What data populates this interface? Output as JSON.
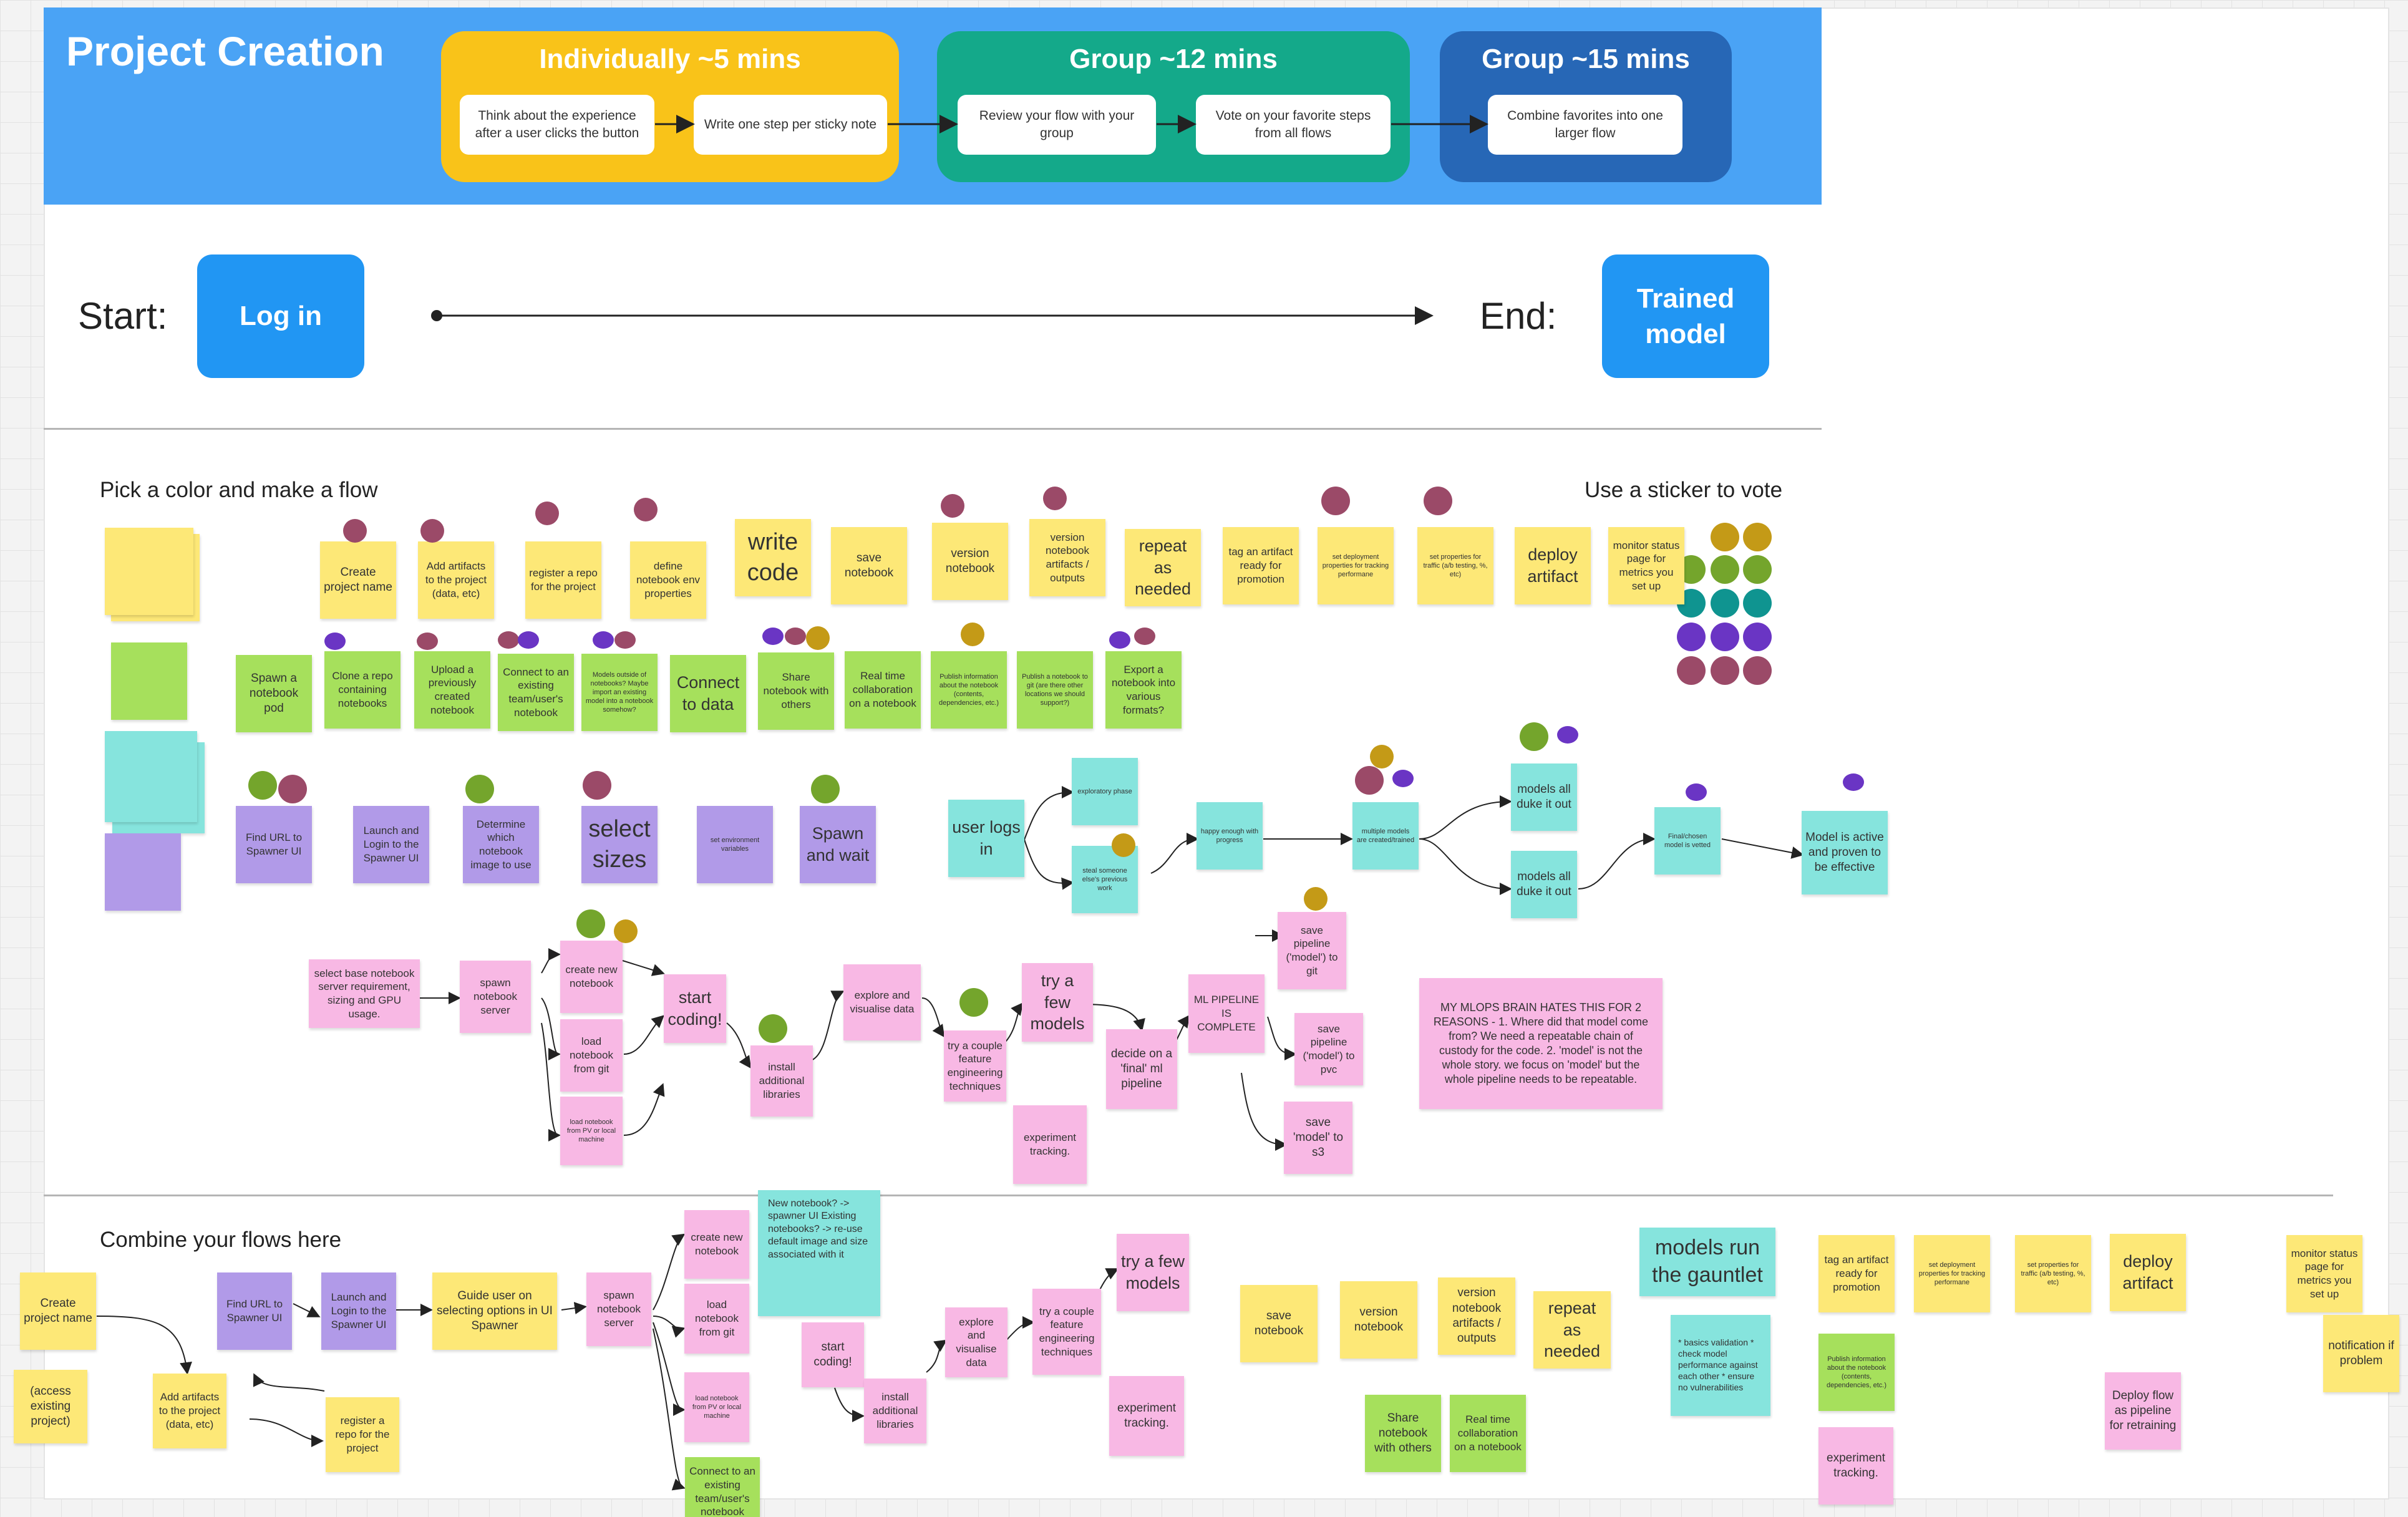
{
  "header": {
    "title": "Project Creation",
    "groups": [
      {
        "title": "Individually ~5 mins",
        "color": "#f9c319",
        "steps": [
          "Think about the experience after a user clicks the button",
          "Write one step per sticky note"
        ]
      },
      {
        "title": "Group ~12 mins",
        "color": "#14a98a",
        "steps": [
          "Review your flow with your group",
          "Vote on your favorite steps from all flows"
        ]
      },
      {
        "title": "Group ~15 mins",
        "color": "#2767b6",
        "steps": [
          "Combine favorites into one larger flow"
        ]
      }
    ]
  },
  "journey": {
    "start_label": "Start:",
    "start_step": "Log in",
    "end_label": "End:",
    "end_step": "Trained model"
  },
  "sections": {
    "pick": "Pick a color and make a flow",
    "vote": "Use a sticker to vote",
    "combine": "Combine your flows here"
  },
  "colors": {
    "yellow": "#fde877",
    "green": "#a6e05c",
    "teal": "#86e4dd",
    "purple": "#b19ae8",
    "pink": "#f8b8e4",
    "dot_maroon": "#9b4a68",
    "dot_purple": "#6a35c4",
    "dot_green": "#74a52c",
    "dot_gold": "#c49a17",
    "dot_teal": "#0f9490",
    "blue": "#2196f3"
  },
  "notes_yellow": [
    "Create project name",
    "Add artifacts to the project (data, etc)",
    "register a repo for the project",
    "define notebook env properties",
    "write code",
    "save notebook",
    "version notebook",
    "version notebook artifacts / outputs",
    "repeat as needed",
    "tag an artifact ready for promotion",
    "set deployment properties for tracking performane",
    "set properties for traffic (a/b testing, %, etc)",
    "deploy artifact",
    "monitor status page for metrics you set up"
  ],
  "notes_green": [
    "Spawn a notebook pod",
    "Clone a repo containing notebooks",
    "Upload a previously created notebook",
    "Connect to an existing team/user's notebook",
    "Models outside of notebooks? Maybe import an existing model into a notebook somehow?",
    "Connect to data",
    "Share notebook with others",
    "Real time collaboration on a notebook",
    "Publish information about the notebook (contents, dependencies, etc.)",
    "Publish a notebook to git (are there other locations we should support?)",
    "Export a notebook into various formats?"
  ],
  "notes_purple": [
    "Find URL to Spawner UI",
    "Launch and Login to the Spawner UI",
    "Determine which notebook image to use",
    "select sizes",
    "set environment variables",
    "Spawn and wait"
  ],
  "notes_teal": [
    "user logs in",
    "exploratory phase",
    "steal someone else's previous work",
    "happy enough with progress",
    "multiple models are created/trained",
    "models all duke it out",
    "models all duke it out",
    "Final/chosen model is vetted",
    "Model is active and proven to be effective"
  ],
  "notes_pink": [
    "select base notebook server requirement, sizing and GPU usage.",
    "spawn notebook server",
    "create new notebook",
    "load notebook from git",
    "load notebook from PV or local machine",
    "start coding!",
    "install additional libraries",
    "explore and visualise data",
    "try a couple feature engineering techniques",
    "try a few models",
    "experiment tracking.",
    "decide on a 'final' ml pipeline",
    "ML PIPELINE IS COMPLETE",
    "save pipeline ('model') to git",
    "save pipeline ('model') to pvc",
    "save 'model' to s3",
    "MY MLOPS BRAIN HATES THIS FOR 2 REASONS - 1. Where did that model come from? We need a repeatable chain of custody for the code. 2. 'model' is not the whole story. we focus on 'model' but the whole pipeline needs to be repeatable."
  ],
  "combined": {
    "c1": "Create project name",
    "c2": "(access existing project)",
    "c3": "Add artifacts to the project (data, etc)",
    "c4": "register a repo for the project",
    "c5": "Find URL to Spawner UI",
    "c6": "Launch and Login to the Spawner UI",
    "c7": "Guide user on selecting options in UI Spawner",
    "c8": "spawn notebook server",
    "c9": "create new notebook",
    "c10": "load notebook from git",
    "c11": "load notebook from PV or local machine",
    "c12": "Connect to an existing team/user's notebook",
    "c13": "New notebook? -> spawner UI  Existing notebooks? -> re-use default image and size associated with it",
    "c14": "start coding!",
    "c15": "install additional libraries",
    "c16": "explore and visualise data",
    "c17": "try a couple feature engineering techniques",
    "c18": "try a few models",
    "c19": "experiment tracking.",
    "c20": "save notebook",
    "c21": "version notebook",
    "c22": "version notebook artifacts / outputs",
    "c23": "repeat as needed",
    "c24": "Share notebook with others",
    "c25": "Real time collaboration on a notebook",
    "c26": "models run the gauntlet",
    "c27": "* basics validation * check model performance against each other * ensure no vulnerabilities",
    "c28": "tag an artifact ready for promotion",
    "c29": "set deployment properties for tracking performane",
    "c30": "set properties for traffic (a/b testing, %, etc)",
    "c31": "deploy artifact",
    "c32": "Publish information about the notebook (contents, dependencies, etc.)",
    "c33": "experiment tracking.",
    "c34": "Deploy flow as pipeline for retraining",
    "c35": "monitor status page for metrics you set up",
    "c36": "notification if problem"
  }
}
